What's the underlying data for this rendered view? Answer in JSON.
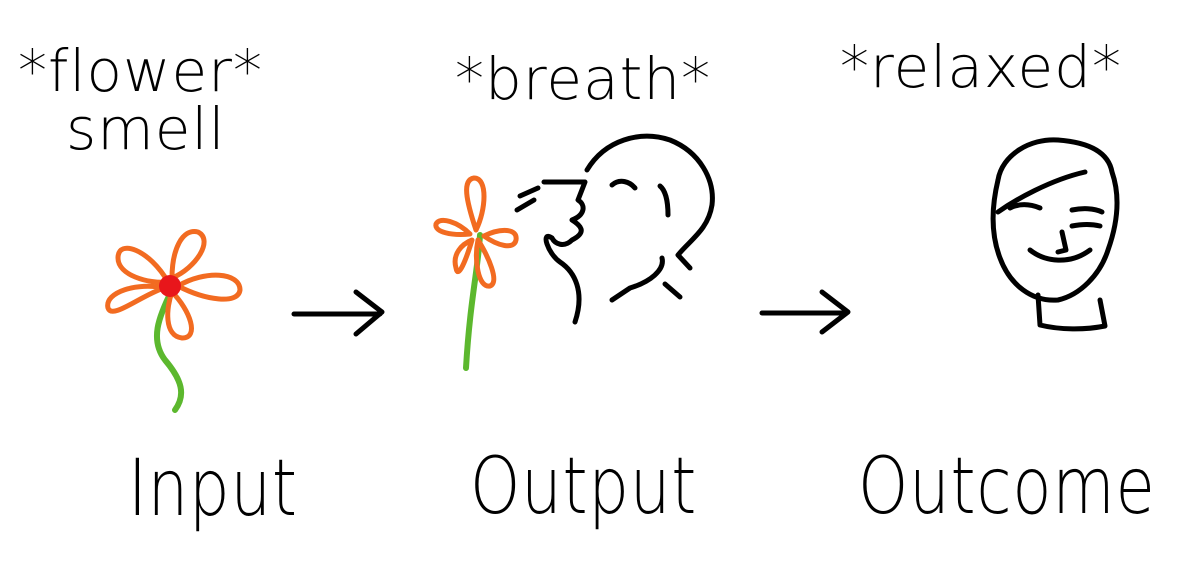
{
  "captions": {
    "input_top_line1": "*flower*",
    "input_top_line2": "smell",
    "output_top": "*breath*",
    "outcome_top": "*relaxed*"
  },
  "labels": {
    "input": "Input",
    "output": "Output",
    "outcome": "Outcome"
  },
  "colors": {
    "stroke": "#000000",
    "petal": "#f26b21",
    "flower_center": "#e8161b",
    "stem": "#5cb82e"
  }
}
